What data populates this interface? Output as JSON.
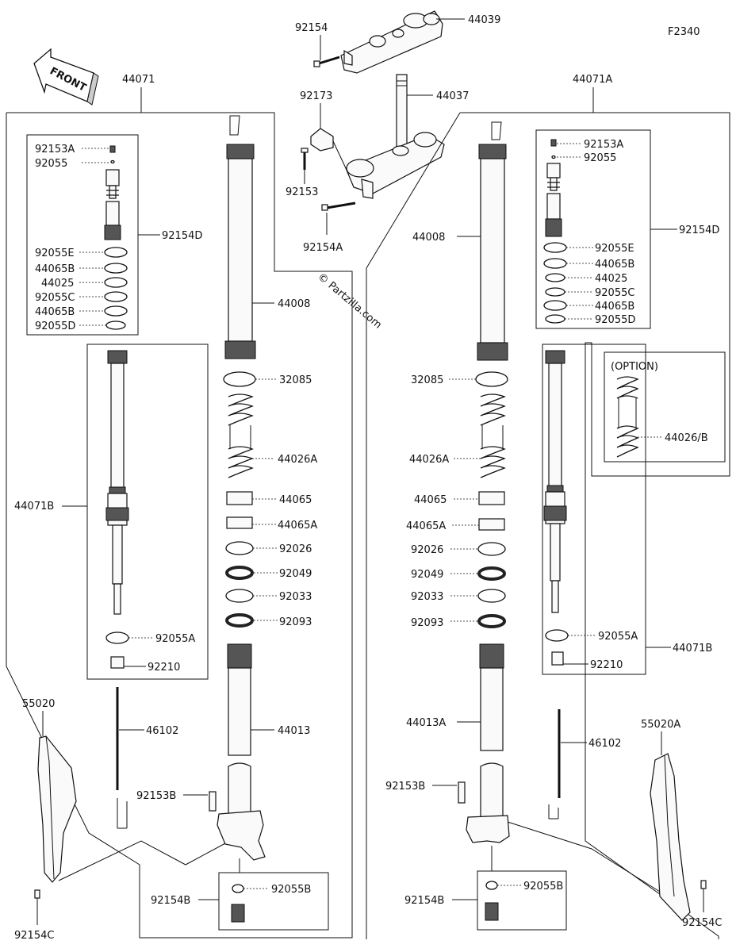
{
  "figure_code": "F2340",
  "front_label": "FRONT",
  "watermark": "© Partzilla.com",
  "option_label": "(OPTION)",
  "callouts": {
    "c92154": "92154",
    "c44039": "44039",
    "c92173": "92173",
    "c44037": "44037",
    "c92153": "92153",
    "c92154A": "92154A",
    "c44071": "44071",
    "c44071A": "44071A",
    "L_92153A": "92153A",
    "L_92055": "92055",
    "L_92154D": "92154D",
    "L_92055E": "92055E",
    "L_44065B_1": "44065B",
    "L_44025": "44025",
    "L_92055C": "92055C",
    "L_44065B_2": "44065B",
    "L_92055D": "92055D",
    "L_44071B": "44071B",
    "L_92055A": "92055A",
    "L_92210": "92210",
    "L_46102": "46102",
    "L_55020": "55020",
    "L_92154C": "92154C",
    "L_44008": "44008",
    "L_32085": "32085",
    "L_44026A": "44026A",
    "L_44065": "44065",
    "L_44065A": "44065A",
    "L_92026": "92026",
    "L_92049": "92049",
    "L_92033": "92033",
    "L_92093": "92093",
    "L_44013": "44013",
    "L_92153B": "92153B",
    "L_92154B": "92154B",
    "L_92055B": "92055B",
    "R_44008": "44008",
    "R_32085": "32085",
    "R_44026A": "44026A",
    "R_44065": "44065",
    "R_44065A": "44065A",
    "R_92026": "92026",
    "R_92049": "92049",
    "R_92033": "92033",
    "R_92093": "92093",
    "R_44013A": "44013A",
    "R_92153B": "92153B",
    "R_92154B": "92154B",
    "R_92055B": "92055B",
    "R_92153A": "92153A",
    "R_92055": "92055",
    "R_92154D": "92154D",
    "R_92055E": "92055E",
    "R_44065B_1": "44065B",
    "R_44025": "44025",
    "R_92055C": "92055C",
    "R_44065B_2": "44065B",
    "R_92055D": "92055D",
    "R_44026B": "44026/B",
    "R_92055A": "92055A",
    "R_92210": "92210",
    "R_44071B": "44071B",
    "R_46102": "46102",
    "R_55020A": "55020A",
    "R_92154C": "92154C"
  }
}
